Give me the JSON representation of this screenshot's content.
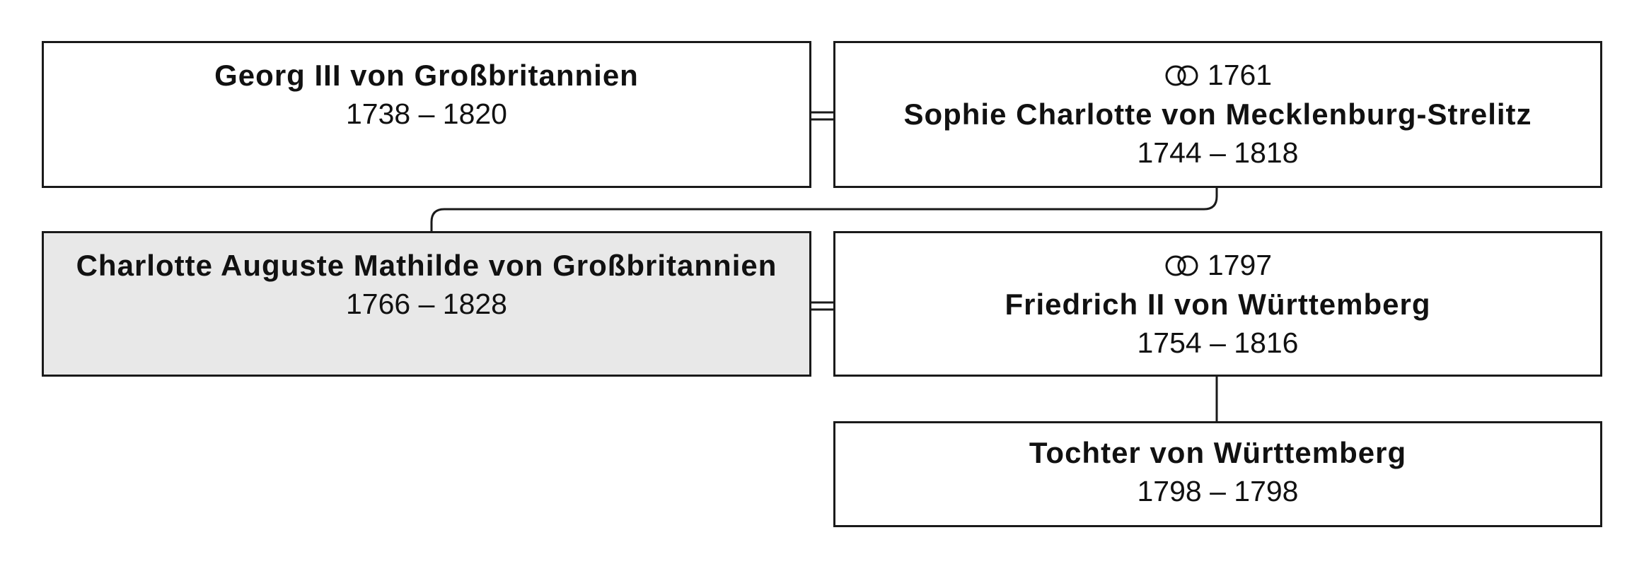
{
  "persons": {
    "georg": {
      "name": "Georg III von Großbritannien",
      "dates": "1738 – 1820"
    },
    "sophie": {
      "marriage_year": "1761",
      "name": "Sophie Charlotte von Mecklenburg-Strelitz",
      "dates": "1744 – 1818"
    },
    "charlotte": {
      "name": "Charlotte Auguste Mathilde von Großbritannien",
      "dates": "1766 – 1828"
    },
    "friedrich": {
      "marriage_year": "1797",
      "name": "Friedrich II von Württemberg",
      "dates": "1754 – 1816"
    },
    "tochter": {
      "name": "Tochter von Württemberg",
      "dates": "1798 – 1798"
    }
  },
  "icons": {
    "marriage": "interlocked-rings-icon"
  },
  "colors": {
    "border": "#1a1a1a",
    "highlight_fill": "#e8e8e8"
  }
}
